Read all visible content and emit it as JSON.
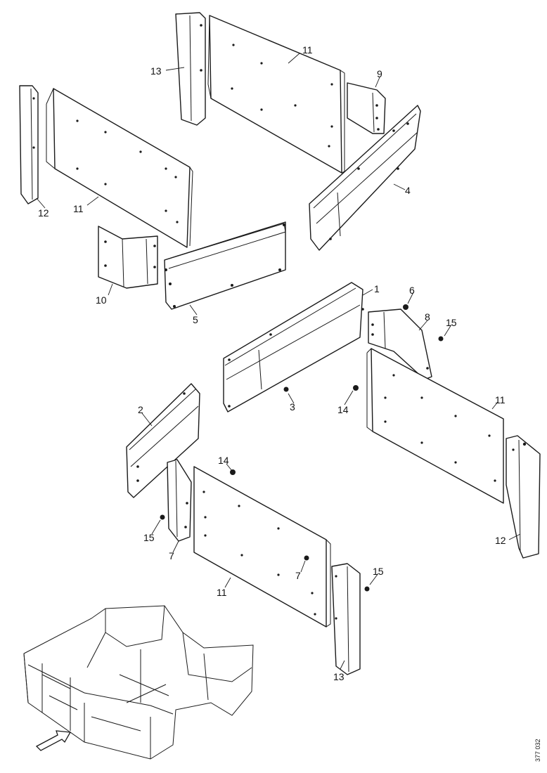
{
  "diagram": {
    "callouts": {
      "c1": "1",
      "c2": "2",
      "c3": "3",
      "c4": "4",
      "c5": "5",
      "c6": "6",
      "c7a": "7",
      "c7b": "7",
      "c8": "8",
      "c9": "9",
      "c10": "10",
      "c11a": "11",
      "c11b": "11",
      "c11c": "11",
      "c11d": "11",
      "c12a": "12",
      "c12b": "12",
      "c13a": "13",
      "c13b": "13",
      "c14a": "14",
      "c14b": "14",
      "c15a": "15",
      "c15b": "15",
      "c15c": "15"
    },
    "drawing_code": "377 032"
  }
}
